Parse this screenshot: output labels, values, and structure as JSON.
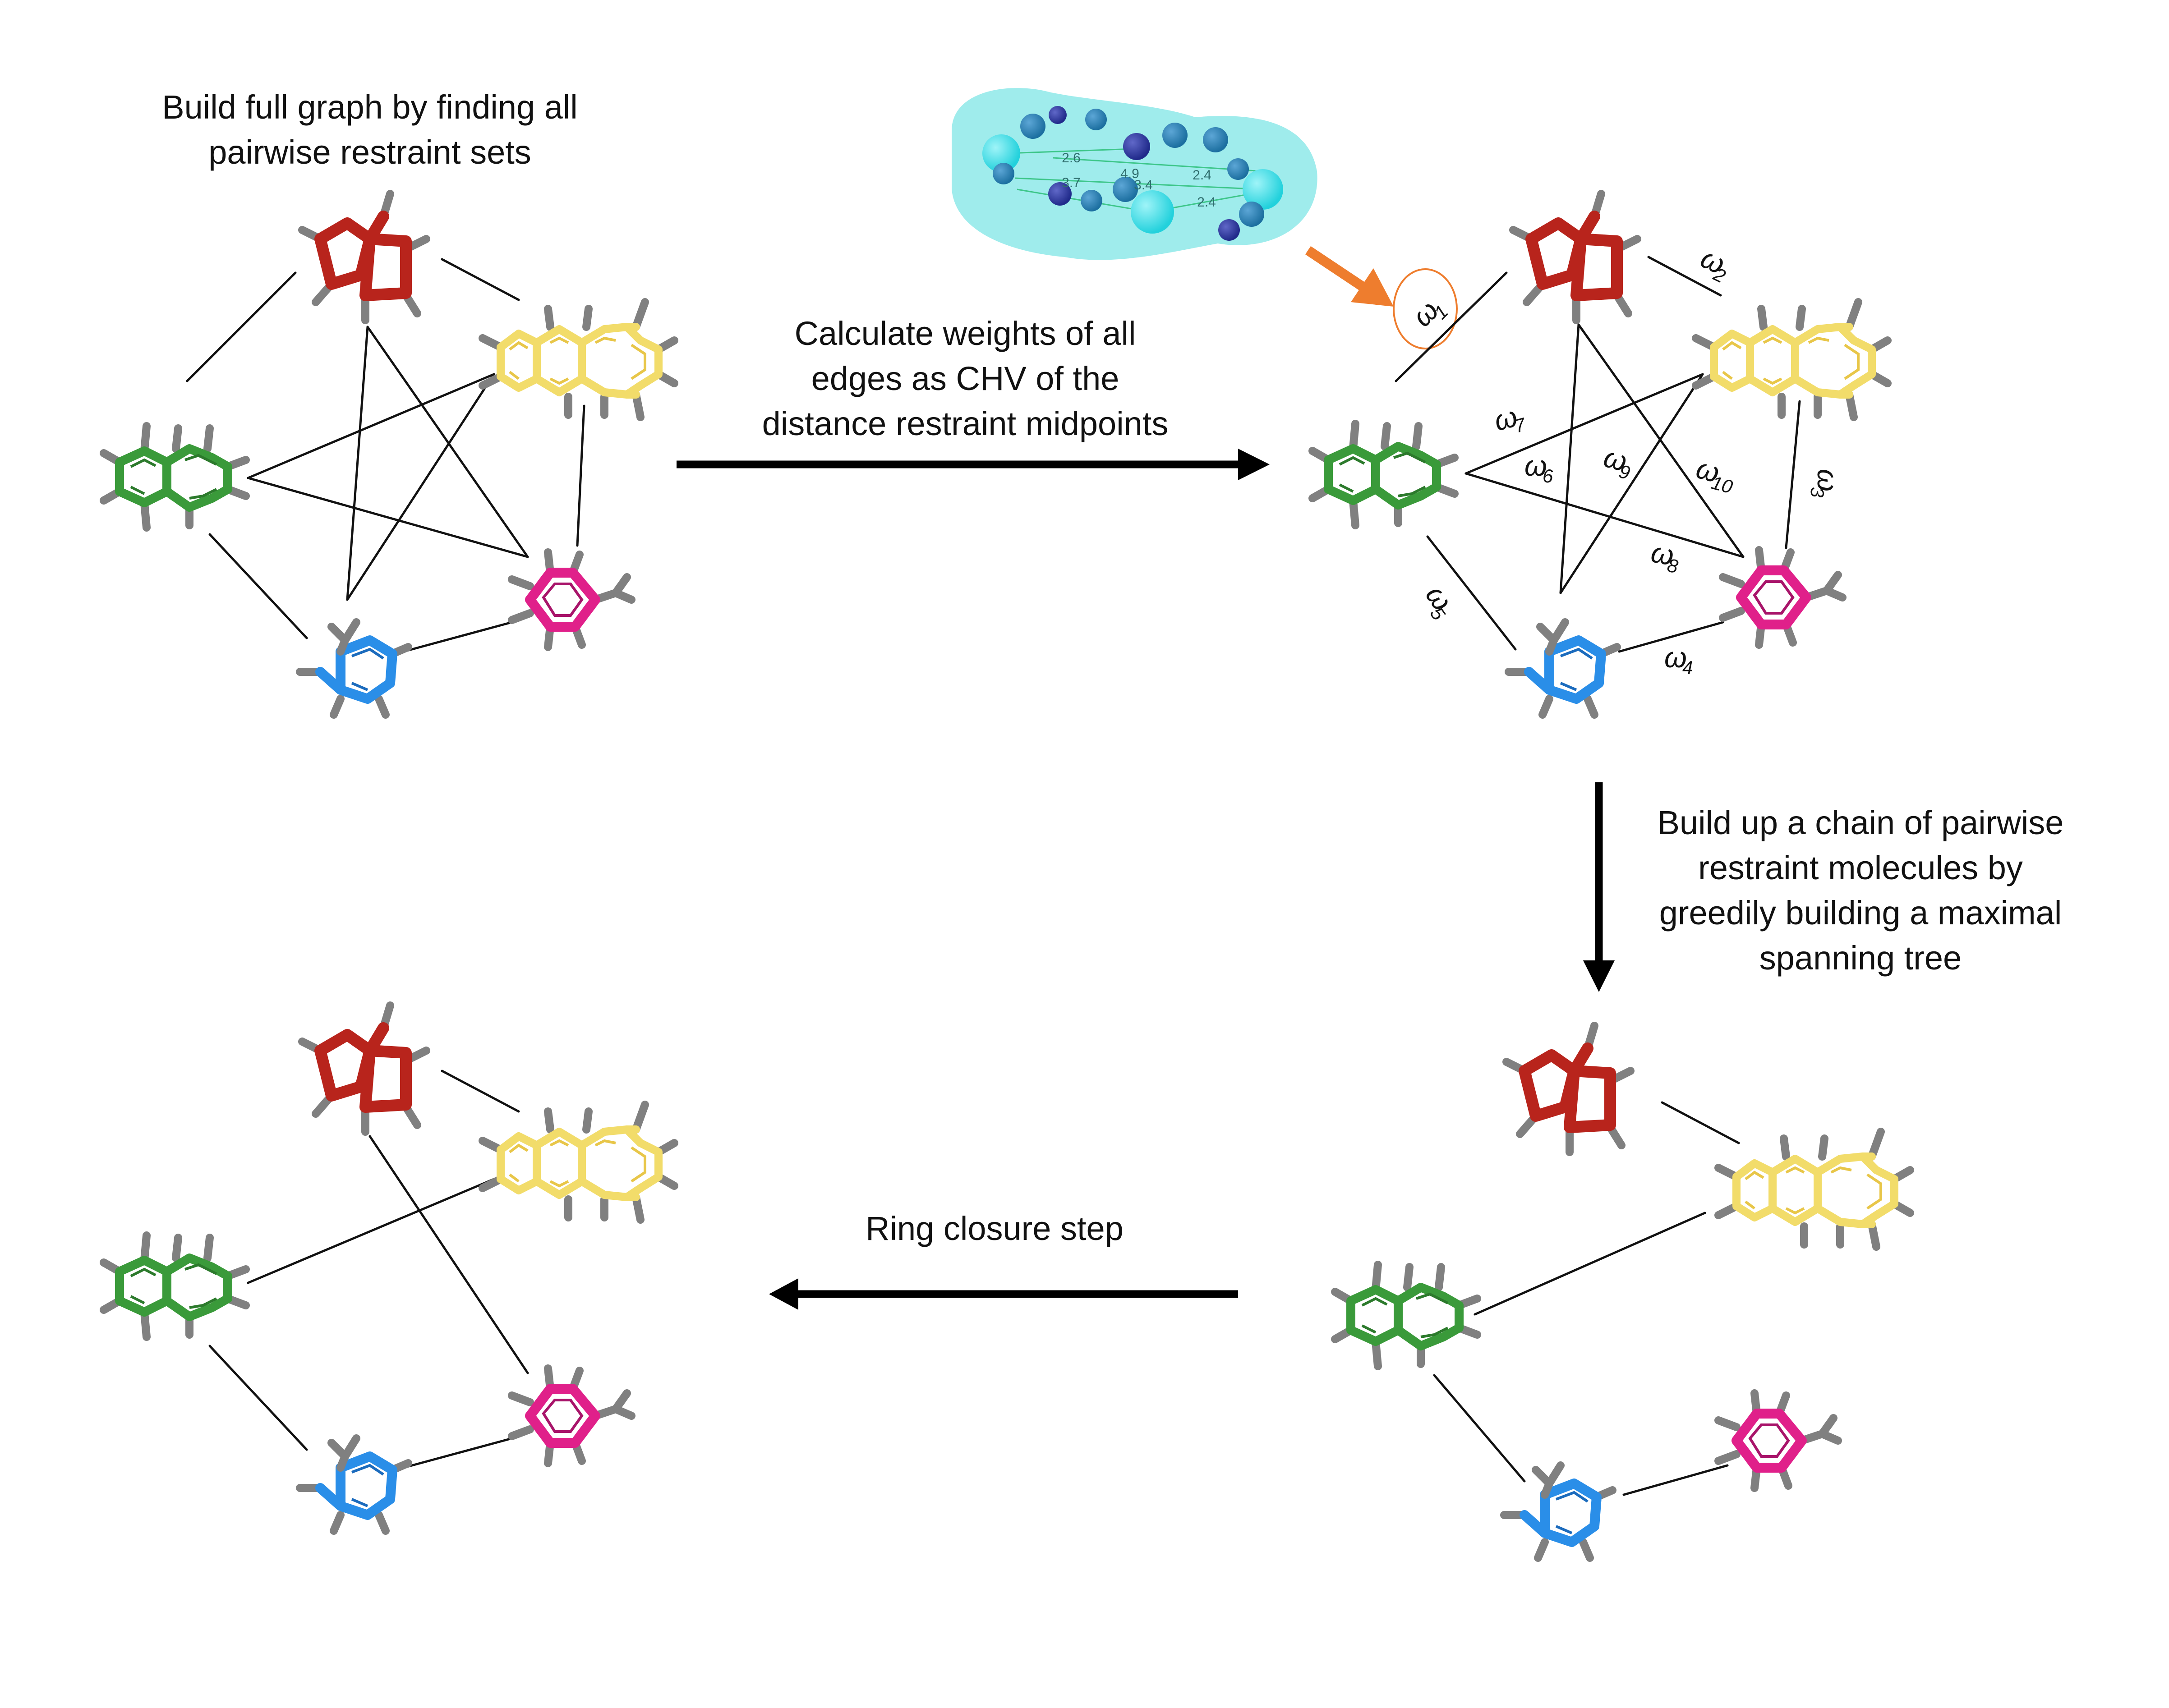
{
  "captions": {
    "top_left": [
      "Build full graph by finding all",
      "pairwise restraint sets"
    ],
    "middle": [
      "Calculate weights of all",
      "edges as CHV of the",
      "distance restraint midpoints"
    ],
    "right": [
      "Build up a chain of pairwise",
      "restraint molecules by",
      "greedily building a maximal",
      "spanning tree"
    ],
    "bottom": [
      "Ring closure step"
    ]
  },
  "edge_weights": [
    {
      "symbol": "ω",
      "sub": "1"
    },
    {
      "symbol": "ω",
      "sub": "2"
    },
    {
      "symbol": "ω",
      "sub": "3"
    },
    {
      "symbol": "ω",
      "sub": "4"
    },
    {
      "symbol": "ω",
      "sub": "5"
    },
    {
      "symbol": "ω",
      "sub": "6"
    },
    {
      "symbol": "ω",
      "sub": "7"
    },
    {
      "symbol": "ω",
      "sub": "8"
    },
    {
      "symbol": "ω",
      "sub": "9"
    },
    {
      "symbol": "ω",
      "sub": "10"
    }
  ],
  "restraint_distances": [
    "2.6",
    "4.9",
    "2.4",
    "3.7",
    "3.4",
    "2.4"
  ],
  "molecules": [
    {
      "name": "bicyclic",
      "color": "#b8241c"
    },
    {
      "name": "anthracene",
      "color": "#f2dc6a"
    },
    {
      "name": "naphthalene",
      "color": "#3a9a3a"
    },
    {
      "name": "aniline",
      "color": "#2a8ee8"
    },
    {
      "name": "styrene",
      "color": "#e0208a"
    }
  ],
  "colors": {
    "arrow": "#000000",
    "highlight_arrow": "#ee7d2e",
    "highlight_circle": "#ee7d2e",
    "surface": "#7fe6e6",
    "atom_light": "#22d1dc",
    "atom_mid": "#1c6fa0",
    "atom_dark": "#202a8a"
  },
  "graphs": [
    {
      "name": "full-graph",
      "edges": [
        "bicyclic-anthracene",
        "bicyclic-naphthalene",
        "bicyclic-aniline",
        "bicyclic-styrene",
        "anthracene-naphthalene",
        "anthracene-aniline",
        "anthracene-styrene",
        "naphthalene-aniline",
        "naphthalene-styrene",
        "aniline-styrene"
      ]
    },
    {
      "name": "weighted-graph",
      "edges": [
        "bicyclic-anthracene",
        "bicyclic-naphthalene",
        "bicyclic-aniline",
        "anthracene-naphthalene",
        "anthracene-aniline",
        "anthracene-styrene",
        "naphthalene-aniline",
        "naphthalene-styrene",
        "aniline-styrene"
      ]
    },
    {
      "name": "spanning-tree",
      "edges": [
        "bicyclic-anthracene",
        "anthracene-naphthalene",
        "naphthalene-aniline",
        "aniline-styrene"
      ]
    },
    {
      "name": "ring-closure",
      "edges": [
        "bicyclic-anthracene",
        "bicyclic-styrene",
        "anthracene-naphthalene",
        "naphthalene-aniline",
        "aniline-styrene"
      ]
    }
  ]
}
